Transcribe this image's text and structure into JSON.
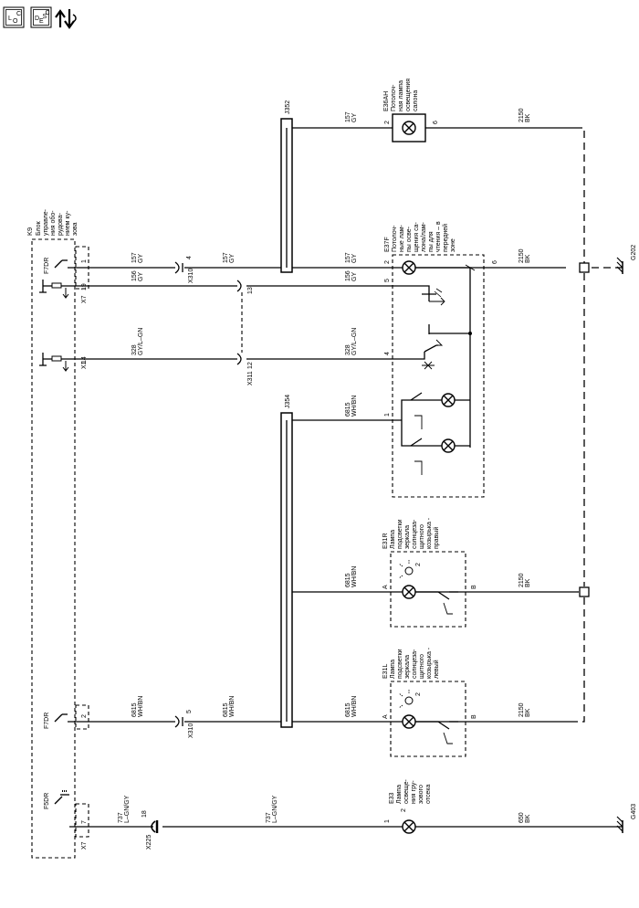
{
  "header_icons": {
    "loc_label": "L O C",
    "desc_label": "D E S C",
    "flow_icon": "up-down-arrows-icon"
  },
  "module": {
    "id": "K9",
    "name_lines": [
      "Блок",
      "управле-",
      "ния обо-",
      "рудова-",
      "нием ку-",
      "зова"
    ],
    "fuses": [
      "F7DR",
      "F7DR",
      "F5DR"
    ],
    "connectors": [
      "X7",
      "X1",
      "X7"
    ],
    "pins": [
      "1",
      "19",
      "14",
      "2",
      "7"
    ]
  },
  "connectors": {
    "x310_a": "X310",
    "x310_a_pin": "4",
    "x310_b": "X310",
    "x310_b_pin": "5",
    "x311": "X311",
    "x311_pin_13": "13",
    "x311_pin_12": "12",
    "x225": "X225",
    "x225_pin": "18"
  },
  "splices": {
    "j352": "J352",
    "j354": "J354"
  },
  "grounds": {
    "g202": "G202",
    "g403": "G403"
  },
  "wires": {
    "w157_num": "157",
    "w157_color": "GY",
    "w156_num": "156",
    "w156_color": "GY",
    "w328_num": "328",
    "w328_color": "GY/L–GN",
    "w6815_num": "6815",
    "w6815_color": "WH/BN",
    "w2150_num": "2150",
    "w2150_color": "BK",
    "w737_num": "737",
    "w737_color": "L–GN/GY",
    "w650_num": "650",
    "w650_color": "BK"
  },
  "components": {
    "e36ah": {
      "id": "E36AH",
      "lines": [
        "Потолоч-",
        "ная лампа",
        "освещения",
        "салона"
      ],
      "pin_in": "2",
      "pin_out": "6"
    },
    "e37f": {
      "id": "E37F",
      "lines": [
        "Потолоч-",
        "ные лам-",
        "пы осве-",
        "щения са-",
        "лона/лам-",
        "пы для",
        "чтения – в",
        "передней",
        "зоне"
      ],
      "pins": [
        "2",
        "5",
        "4",
        "1",
        "6"
      ]
    },
    "e31r": {
      "id": "E31R",
      "lines": [
        "Лампа",
        "подсветки",
        "зеркала",
        "солнцеза-",
        "щитного",
        "козырька -",
        "правый"
      ],
      "pin_a": "A",
      "pin_b": "B",
      "bulb_pin": "2"
    },
    "e31l": {
      "id": "E31L",
      "lines": [
        "Лампа",
        "подсветки",
        "зеркала",
        "солнцеза-",
        "щитного",
        "козырька -",
        "левый"
      ],
      "pin_a": "A",
      "pin_b": "B",
      "bulb_pin": "2"
    },
    "e33": {
      "id": "E33",
      "lines": [
        "Лампа",
        "освеще-",
        "ния гру-",
        "зового",
        "отсека"
      ],
      "pin_in": "1",
      "pin_out": "2"
    }
  }
}
